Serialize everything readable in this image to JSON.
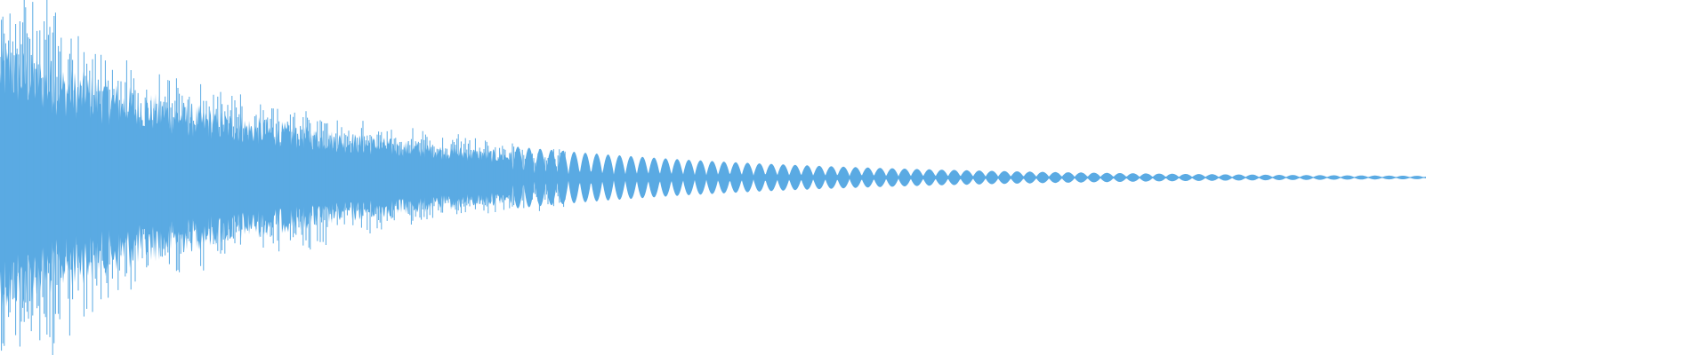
{
  "waveform": {
    "color": "#5aaae3",
    "background": "#ffffff",
    "peak_amplitude": 1.0,
    "noisy_section_fraction": 0.3,
    "signal_end_fraction": 0.835
  }
}
